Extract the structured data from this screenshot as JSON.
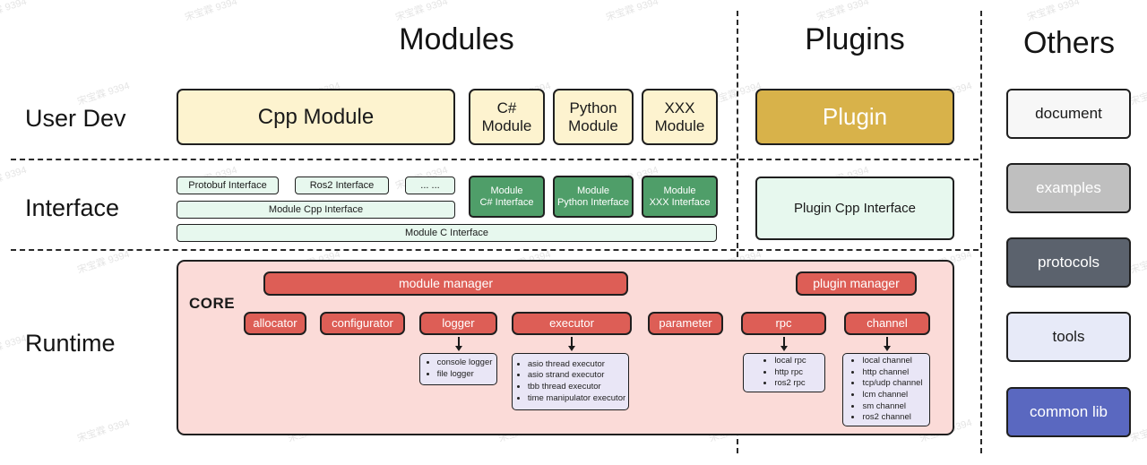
{
  "watermark": "宋宝霖 9394",
  "headers": {
    "modules": "Modules",
    "plugins": "Plugins",
    "others": "Others"
  },
  "rows": {
    "user_dev": "User Dev",
    "interface": "Interface",
    "runtime": "Runtime"
  },
  "modules": {
    "user_dev": {
      "cpp": "Cpp Module",
      "csharp": "C#\nModule",
      "python": "Python\nModule",
      "xxx": "XXX\nModule"
    },
    "interface": {
      "protobuf": "Protobuf Interface",
      "ros2": "Ros2 Interface",
      "more": "... ...",
      "module_cpp": "Module Cpp Interface",
      "module_c": "Module C Interface",
      "module_csharp": "Module\nC# Interface",
      "module_python": "Module\nPython Interface",
      "module_xxx": "Module\nXXX Interface"
    }
  },
  "plugins": {
    "user_dev": {
      "plugin": "Plugin"
    },
    "interface": {
      "plugin_cpp": "Plugin Cpp Interface"
    }
  },
  "runtime": {
    "core_label": "CORE",
    "module_manager": "module manager",
    "plugin_manager": "plugin manager",
    "components": [
      "allocator",
      "configurator",
      "logger",
      "executor",
      "parameter",
      "rpc",
      "channel"
    ],
    "logger_items": [
      "console logger",
      "file logger"
    ],
    "executor_items": [
      "asio thread executor",
      "asio strand executor",
      "tbb thread executor",
      "time manipulator executor"
    ],
    "rpc_items": [
      "local rpc",
      "http rpc",
      "ros2 rpc"
    ],
    "channel_items": [
      "local channel",
      "http channel",
      "tcp/udp channel",
      "lcm channel",
      "sm channel",
      "ros2 channel"
    ]
  },
  "others": {
    "items": [
      {
        "label": "document"
      },
      {
        "label": "examples"
      },
      {
        "label": "protocols"
      },
      {
        "label": "tools"
      },
      {
        "label": "common lib"
      }
    ]
  },
  "colors": {
    "yellow_box": "#fdf3cf",
    "gold_box": "#d8b24a",
    "light_green_box": "#e7f8ee",
    "green_box": "#4f9e69",
    "pink_panel": "#fbdbd8",
    "red_box": "#dd5e56",
    "purple_box": "#e9e6f6",
    "others_document_bg": "#f7f7f7",
    "others_examples_bg": "#bfbfbf",
    "others_protocols_bg": "#5b626d",
    "others_tools_bg": "#e7eaf8",
    "others_common_lib_bg": "#5a68c0",
    "border": "#1f1f1f"
  }
}
